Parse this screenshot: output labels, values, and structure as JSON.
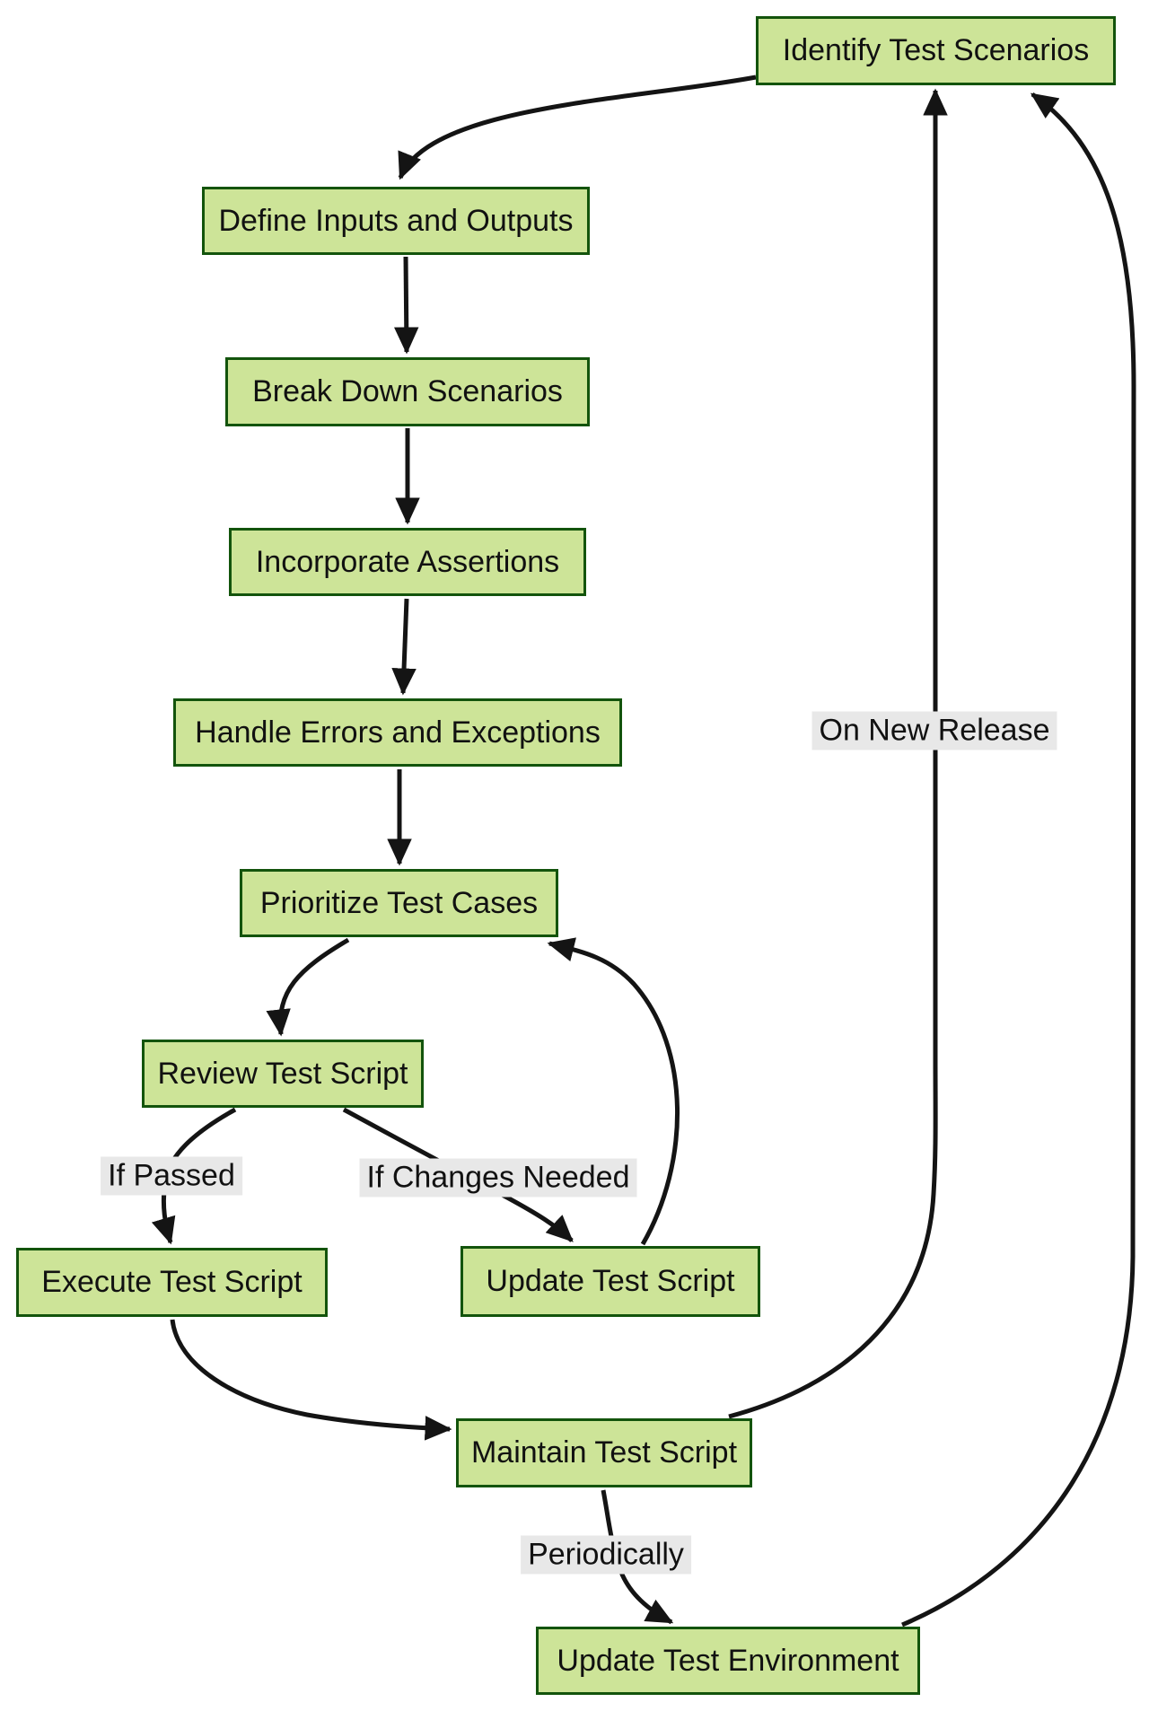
{
  "diagram": {
    "type": "flowchart",
    "colors": {
      "canvas_bg": "#ffffff",
      "node_fill": "#cde498",
      "node_border": "#13540c",
      "edge_color": "#141414",
      "edge_label_bg": "#e8e8e8",
      "text_color": "#111111"
    },
    "nodes": [
      {
        "label": "Identify Test Scenarios"
      },
      {
        "label": "Define Inputs and Outputs"
      },
      {
        "label": "Break Down Scenarios"
      },
      {
        "label": "Incorporate Assertions"
      },
      {
        "label": "Handle Errors and Exceptions"
      },
      {
        "label": "Prioritize Test Cases"
      },
      {
        "label": "Review Test Script"
      },
      {
        "label": "Execute Test Script"
      },
      {
        "label": "Update Test Script"
      },
      {
        "label": "Maintain Test Script"
      },
      {
        "label": "Update Test Environment"
      }
    ],
    "edge_labels": [
      {
        "text": "If Passed"
      },
      {
        "text": "If Changes Needed"
      },
      {
        "text": "On New Release"
      },
      {
        "text": "Periodically"
      }
    ],
    "edges": [
      {
        "from": "Identify Test Scenarios",
        "to": "Define Inputs and Outputs",
        "label": ""
      },
      {
        "from": "Define Inputs and Outputs",
        "to": "Break Down Scenarios",
        "label": ""
      },
      {
        "from": "Break Down Scenarios",
        "to": "Incorporate Assertions",
        "label": ""
      },
      {
        "from": "Incorporate Assertions",
        "to": "Handle Errors and Exceptions",
        "label": ""
      },
      {
        "from": "Handle Errors and Exceptions",
        "to": "Prioritize Test Cases",
        "label": ""
      },
      {
        "from": "Prioritize Test Cases",
        "to": "Review Test Script",
        "label": ""
      },
      {
        "from": "Review Test Script",
        "to": "Execute Test Script",
        "label": "If Passed"
      },
      {
        "from": "Review Test Script",
        "to": "Update Test Script",
        "label": "If Changes Needed"
      },
      {
        "from": "Update Test Script",
        "to": "Prioritize Test Cases",
        "label": ""
      },
      {
        "from": "Execute Test Script",
        "to": "Maintain Test Script",
        "label": ""
      },
      {
        "from": "Maintain Test Script",
        "to": "Identify Test Scenarios",
        "label": "On New Release"
      },
      {
        "from": "Maintain Test Script",
        "to": "Update Test Environment",
        "label": "Periodically"
      },
      {
        "from": "Update Test Environment",
        "to": "Identify Test Scenarios",
        "label": ""
      }
    ]
  }
}
